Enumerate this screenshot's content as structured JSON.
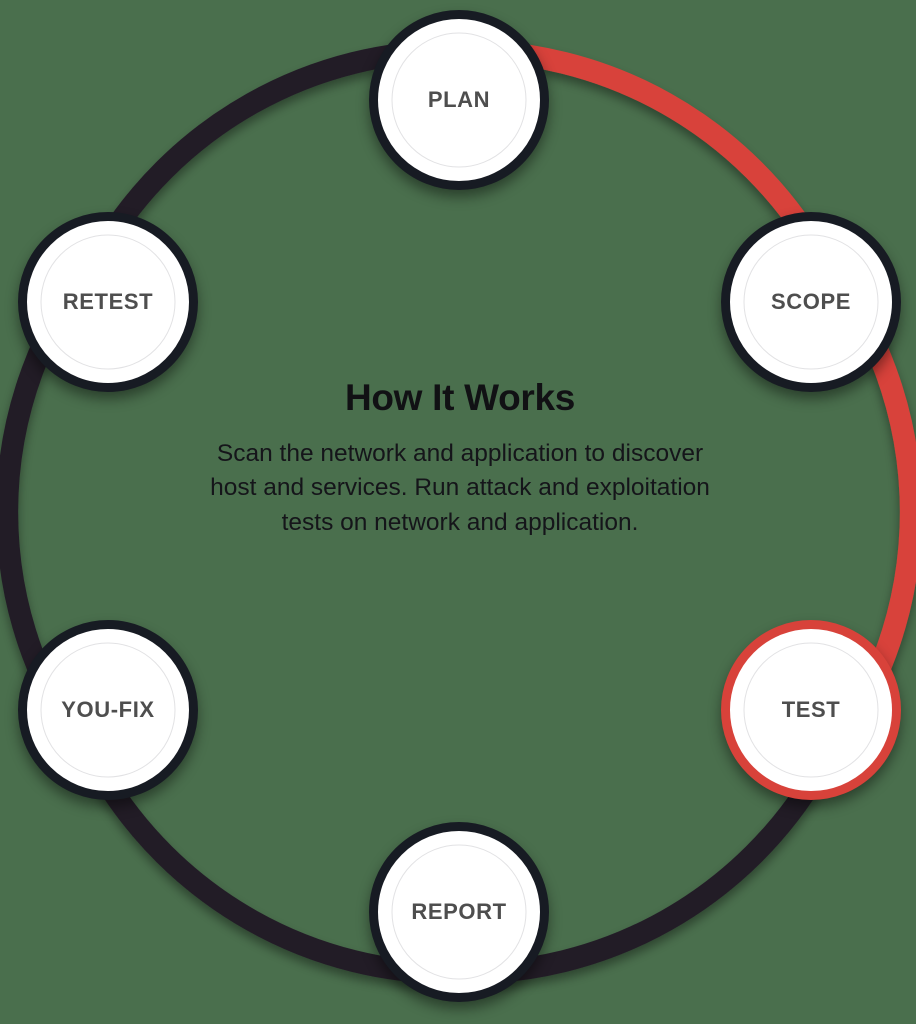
{
  "diagram": {
    "type": "cycle",
    "title": "How It Works",
    "description": "Scan the network and application to discover host and services. Run attack and exploitation tests on network and application.",
    "colors": {
      "background": "#4a6f4d",
      "ring_dark": "#241d28",
      "ring_accent": "#d8423a",
      "node_border_dark": "#171b23",
      "node_border_accent": "#d8423a",
      "node_fill": "#ffffff",
      "node_label": "#4e4e4e",
      "title_text": "#111114",
      "body_text": "#15151a"
    },
    "nodes": [
      {
        "id": "plan",
        "label": "PLAN",
        "state": "default",
        "angle_deg": 270,
        "position": "top"
      },
      {
        "id": "scope",
        "label": "SCOPE",
        "state": "default",
        "angle_deg": 330,
        "position": "upper-right"
      },
      {
        "id": "test",
        "label": "TEST",
        "state": "highlighted",
        "angle_deg": 30,
        "position": "lower-right"
      },
      {
        "id": "report",
        "label": "REPORT",
        "state": "default",
        "angle_deg": 90,
        "position": "bottom"
      },
      {
        "id": "youfix",
        "label": "YOU-FIX",
        "state": "default",
        "angle_deg": 150,
        "position": "lower-left"
      },
      {
        "id": "retest",
        "label": "RETEST",
        "state": "default",
        "angle_deg": 210,
        "position": "upper-left"
      }
    ],
    "segments": [
      {
        "from": "plan",
        "to": "scope",
        "color": "accent"
      },
      {
        "from": "scope",
        "to": "test",
        "color": "accent"
      },
      {
        "from": "test",
        "to": "report",
        "color": "dark"
      },
      {
        "from": "report",
        "to": "youfix",
        "color": "dark"
      },
      {
        "from": "youfix",
        "to": "retest",
        "color": "dark"
      },
      {
        "from": "retest",
        "to": "plan",
        "color": "dark"
      }
    ]
  }
}
